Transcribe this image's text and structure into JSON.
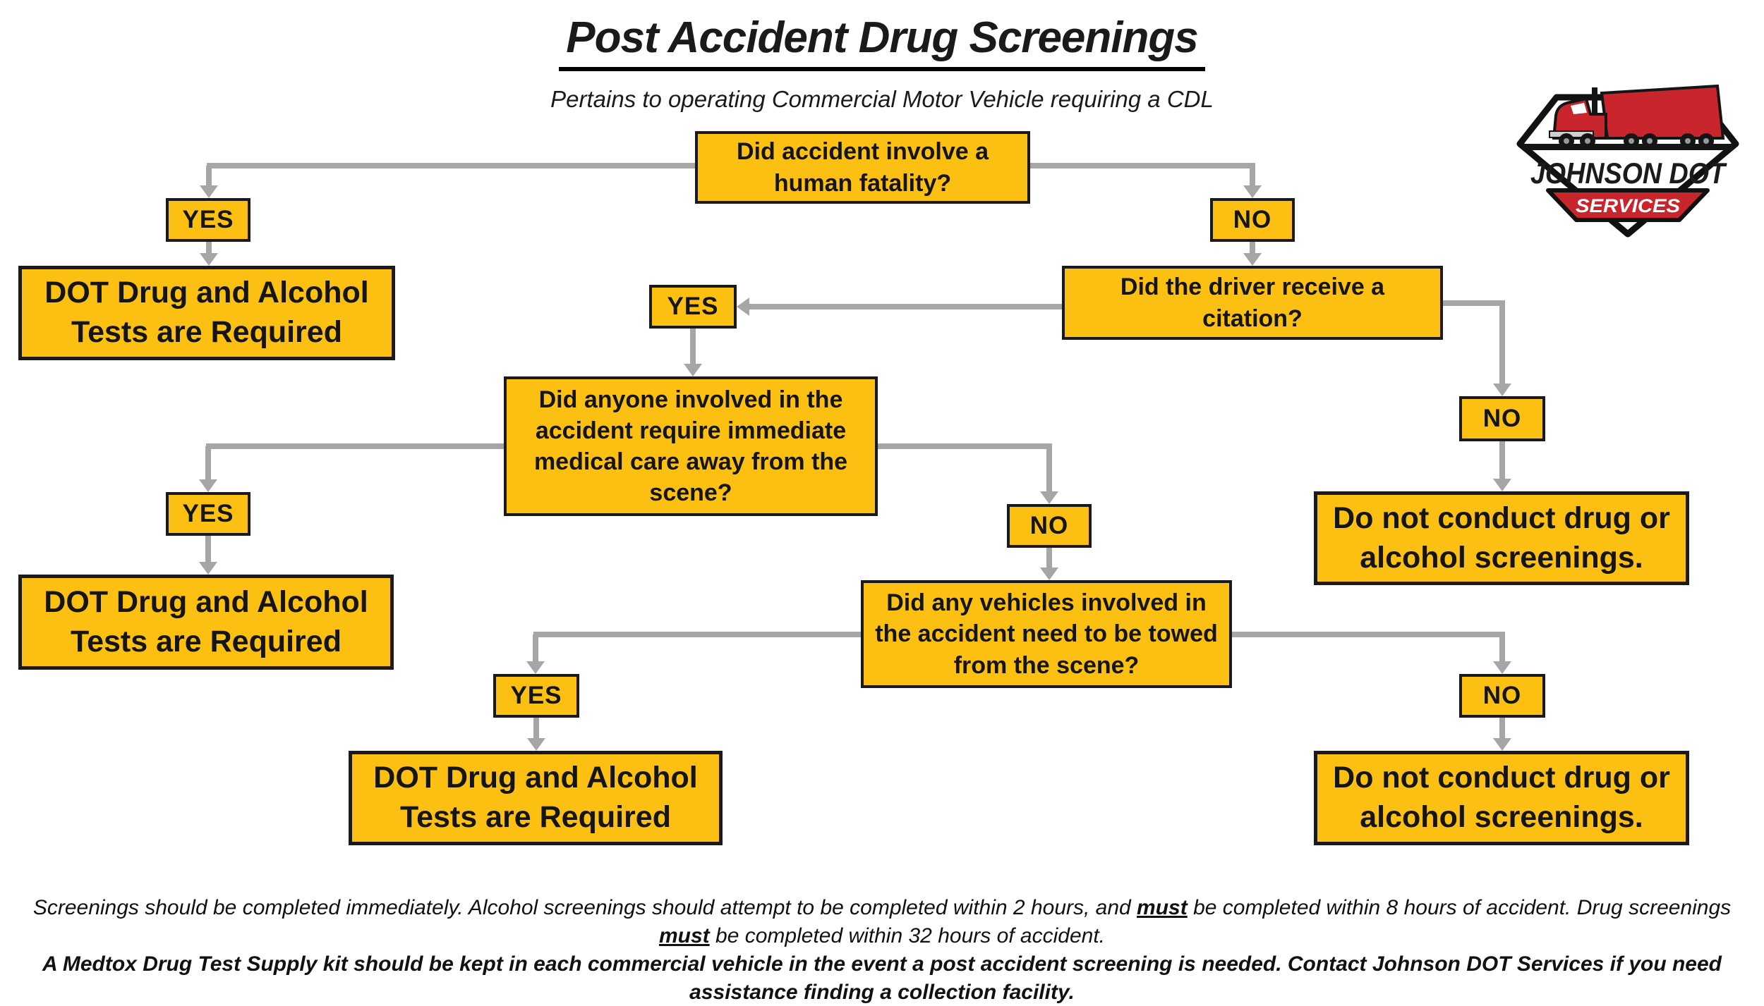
{
  "title": "Post Accident Drug Screenings",
  "subtitle": "Pertains to operating Commercial Motor Vehicle requiring a CDL",
  "logo": {
    "line1": "JOHNSON DOT",
    "line2": "SERVICES"
  },
  "colors": {
    "box_fill": "#FBC011",
    "box_border": "#1A1A1A",
    "arrow_gray": "#A6A6A6",
    "logo_red": "#C9252C"
  },
  "nodes": {
    "q_fatality": {
      "label": "Did accident involve a human fatality?"
    },
    "yes1": {
      "label": "YES"
    },
    "result_required_1": {
      "label": "DOT Drug and Alcohol Tests are Required"
    },
    "no1": {
      "label": "NO"
    },
    "q_citation": {
      "label": "Did the driver receive a citation?"
    },
    "yes2": {
      "label": "YES"
    },
    "q_medical": {
      "label": "Did anyone involved in the accident require immediate medical care away from the scene?"
    },
    "yes3": {
      "label": "YES"
    },
    "result_required_2": {
      "label": "DOT Drug and Alcohol Tests are Required"
    },
    "no2": {
      "label": "NO"
    },
    "q_towed": {
      "label": "Did any vehicles involved in the accident need to be towed from the scene?"
    },
    "yes4": {
      "label": "YES"
    },
    "result_required_3": {
      "label": "DOT Drug and Alcohol Tests are Required"
    },
    "no3": {
      "label": "NO"
    },
    "result_no_screening_1": {
      "label": "Do not conduct drug or alcohol screenings."
    },
    "no4": {
      "label": "NO"
    },
    "result_no_screening_2": {
      "label": "Do not conduct drug or alcohol screenings."
    }
  },
  "footnotes": {
    "note1_seg1": "Screenings should be completed immediately. Alcohol screenings should attempt to be completed within 2 hours, and ",
    "note1_must1": "must",
    "note1_seg2": " be completed within 8 hours of accident. Drug screenings ",
    "note1_must2": "must",
    "note1_seg3": " be completed within 32 hours of accident.",
    "note2_text": "A Medtox Drug Test Supply kit should be kept in each commercial vehicle in the event a post accident screening is needed. Contact Johnson DOT Services if you need assistance finding a collection facility."
  }
}
